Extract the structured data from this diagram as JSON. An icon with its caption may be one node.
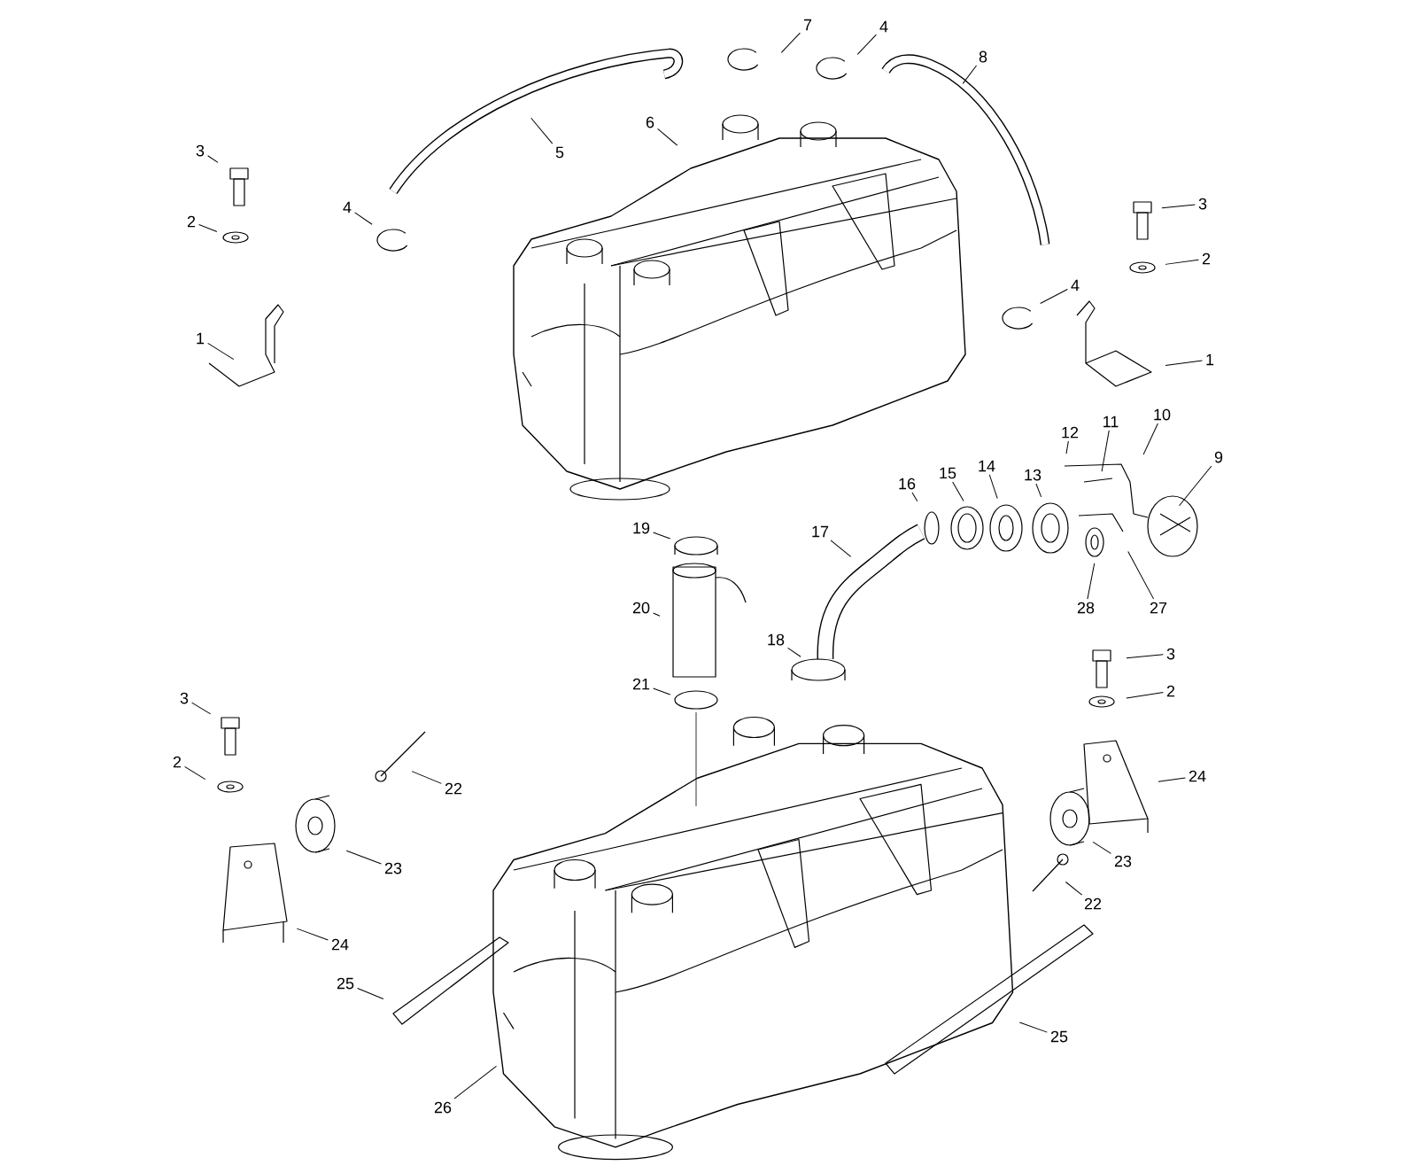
{
  "diagram": {
    "nodes": [
      {
        "text": [
          "7"
        ]
      },
      {
        "text": [
          "4"
        ]
      },
      {
        "text": [
          "8"
        ]
      },
      {
        "text": [
          "5"
        ]
      },
      {
        "text": [
          "6"
        ]
      },
      {
        "text": [
          "3"
        ]
      },
      {
        "text": [
          "2"
        ]
      },
      {
        "text": [
          "4"
        ]
      },
      {
        "text": [
          "1"
        ]
      },
      {
        "text": [
          "3"
        ]
      },
      {
        "text": [
          "2"
        ]
      },
      {
        "text": [
          "4"
        ]
      },
      {
        "text": [
          "1"
        ]
      },
      {
        "text": [
          "12"
        ]
      },
      {
        "text": [
          "11"
        ]
      },
      {
        "text": [
          "10"
        ]
      },
      {
        "text": [
          "9"
        ]
      },
      {
        "text": [
          "16"
        ]
      },
      {
        "text": [
          "15"
        ]
      },
      {
        "text": [
          "14"
        ]
      },
      {
        "text": [
          "13"
        ]
      },
      {
        "text": [
          "17"
        ]
      },
      {
        "text": [
          "19"
        ]
      },
      {
        "text": [
          "20"
        ]
      },
      {
        "text": [
          "28"
        ]
      },
      {
        "text": [
          "27"
        ]
      },
      {
        "text": [
          "18"
        ]
      },
      {
        "text": [
          "3"
        ]
      },
      {
        "text": [
          "2"
        ]
      },
      {
        "text": [
          "21"
        ]
      },
      {
        "text": [
          "3"
        ]
      },
      {
        "text": [
          "2"
        ]
      },
      {
        "text": [
          "22"
        ]
      },
      {
        "text": [
          "24"
        ]
      },
      {
        "text": [
          "23"
        ]
      },
      {
        "text": [
          "23"
        ]
      },
      {
        "text": [
          "24"
        ]
      },
      {
        "text": [
          "22"
        ]
      },
      {
        "text": [
          "25"
        ]
      },
      {
        "text": [
          "25"
        ]
      },
      {
        "text": [
          "26"
        ]
      }
    ],
    "edges": [
      {
        "from": 0,
        "to": null,
        "arrow": "none"
      },
      {
        "from": 1,
        "to": null,
        "arrow": "none"
      },
      {
        "from": 2,
        "to": null,
        "arrow": "none"
      },
      {
        "from": 3,
        "to": null,
        "arrow": "none"
      },
      {
        "from": 4,
        "to": null,
        "arrow": "none"
      },
      {
        "from": 5,
        "to": null,
        "arrow": "none"
      },
      {
        "from": 6,
        "to": null,
        "arrow": "none"
      },
      {
        "from": 7,
        "to": null,
        "arrow": "none"
      },
      {
        "from": 8,
        "to": null,
        "arrow": "none"
      },
      {
        "from": 9,
        "to": null,
        "arrow": "none"
      },
      {
        "from": 10,
        "to": null,
        "arrow": "none"
      },
      {
        "from": 11,
        "to": null,
        "arrow": "none"
      },
      {
        "from": 12,
        "to": null,
        "arrow": "none"
      },
      {
        "from": 13,
        "to": null,
        "arrow": "none"
      },
      {
        "from": 14,
        "to": null,
        "arrow": "none"
      },
      {
        "from": 15,
        "to": null,
        "arrow": "none"
      },
      {
        "from": 16,
        "to": null,
        "arrow": "none"
      },
      {
        "from": 17,
        "to": null,
        "arrow": "none"
      },
      {
        "from": 18,
        "to": null,
        "arrow": "none"
      },
      {
        "from": 19,
        "to": null,
        "arrow": "none"
      },
      {
        "from": 20,
        "to": null,
        "arrow": "none"
      },
      {
        "from": 21,
        "to": null,
        "arrow": "none"
      },
      {
        "from": 22,
        "to": null,
        "arrow": "none"
      },
      {
        "from": 23,
        "to": null,
        "arrow": "none"
      },
      {
        "from": 24,
        "to": null,
        "arrow": "none"
      },
      {
        "from": 25,
        "to": null,
        "arrow": "none"
      },
      {
        "from": 26,
        "to": null,
        "arrow": "none"
      },
      {
        "from": 27,
        "to": null,
        "arrow": "none"
      },
      {
        "from": 28,
        "to": null,
        "arrow": "none"
      },
      {
        "from": 29,
        "to": null,
        "arrow": "none"
      },
      {
        "from": 30,
        "to": null,
        "arrow": "none"
      },
      {
        "from": 31,
        "to": null,
        "arrow": "none"
      },
      {
        "from": 32,
        "to": null,
        "arrow": "none"
      },
      {
        "from": 33,
        "to": null,
        "arrow": "none"
      },
      {
        "from": 34,
        "to": null,
        "arrow": "none"
      },
      {
        "from": 35,
        "to": null,
        "arrow": "none"
      },
      {
        "from": 36,
        "to": null,
        "arrow": "none"
      },
      {
        "from": 37,
        "to": null,
        "arrow": "none"
      },
      {
        "from": 38,
        "to": null,
        "arrow": "none"
      },
      {
        "from": 39,
        "to": null,
        "arrow": "none"
      },
      {
        "from": 40,
        "to": null,
        "arrow": "none"
      }
    ]
  }
}
